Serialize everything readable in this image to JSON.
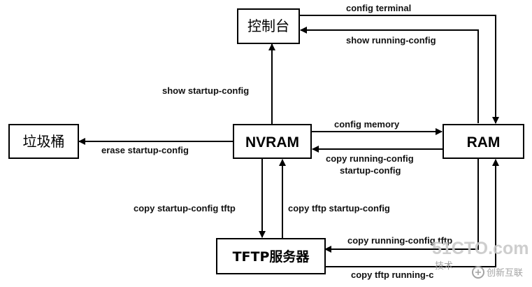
{
  "nodes": {
    "console": "控制台",
    "nvram": "NVRAM",
    "ram": "RAM",
    "trash": "垃圾桶",
    "tftp": "TFTP服务器"
  },
  "edges": {
    "config_terminal": "config terminal",
    "show_running_config": "show running-config",
    "show_startup_config": "show startup-config",
    "config_memory": "config memory",
    "copy_running_startup_1": "copy running-config",
    "copy_running_startup_2": "startup-config",
    "erase_startup_config": "erase startup-config",
    "copy_startup_tftp": "copy startup-config tftp",
    "copy_tftp_startup": "copy tftp startup-config",
    "copy_running_tftp": "copy running-config tftp",
    "copy_tftp_running": "copy tftp running-c"
  },
  "watermark": {
    "site": "51CTO.com",
    "tagline": "技术",
    "brand": "创新互联"
  },
  "colors": {
    "line": "#000000",
    "background": "#ffffff"
  }
}
